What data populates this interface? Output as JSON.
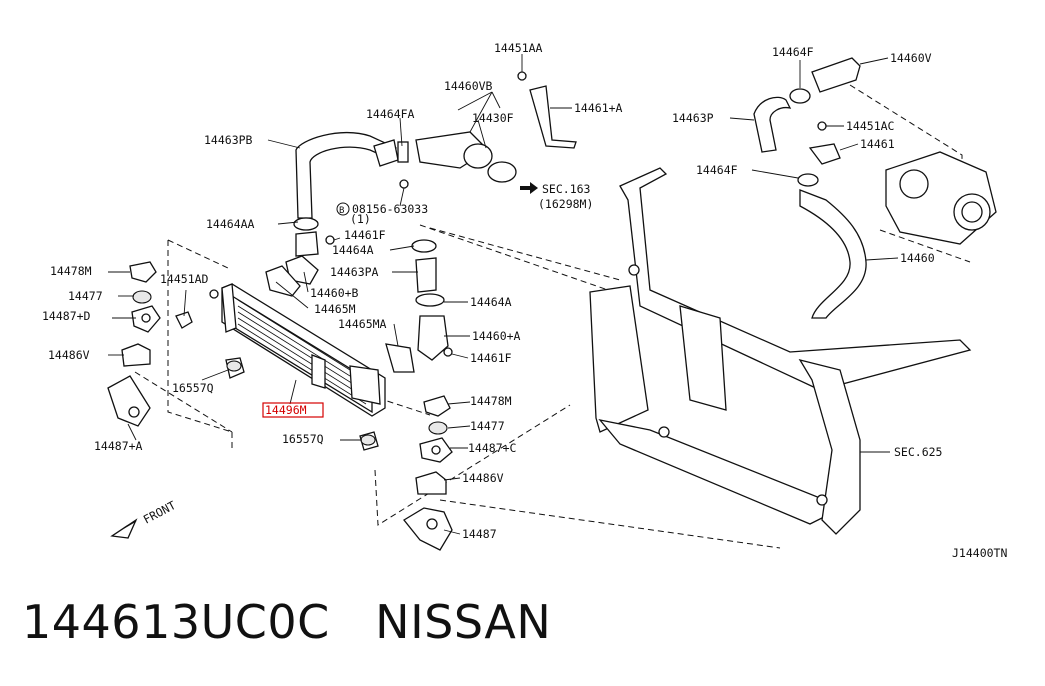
{
  "diagram": {
    "code": "J14400TN",
    "front_label": "FRONT",
    "highlighted_part": "14496M",
    "labels": [
      {
        "id": "l1",
        "text": "14451AA"
      },
      {
        "id": "l2",
        "text": "14460VB"
      },
      {
        "id": "l3",
        "text": "14464FA"
      },
      {
        "id": "l4",
        "text": "14461+A"
      },
      {
        "id": "l5",
        "text": "14463PB"
      },
      {
        "id": "l6",
        "text": "14430F"
      },
      {
        "id": "l7",
        "text": "SEC.163"
      },
      {
        "id": "l8",
        "text": "(16298M)"
      },
      {
        "id": "l9",
        "text": "08156-63033"
      },
      {
        "id": "l10",
        "text": "(1)"
      },
      {
        "id": "l11",
        "text": "14464AA"
      },
      {
        "id": "l12",
        "text": "14461F"
      },
      {
        "id": "l13",
        "text": "14464A"
      },
      {
        "id": "l14",
        "text": "14463PA"
      },
      {
        "id": "l15",
        "text": "14478M"
      },
      {
        "id": "l16",
        "text": "14451AD"
      },
      {
        "id": "l17",
        "text": "14477"
      },
      {
        "id": "l18",
        "text": "14460+B"
      },
      {
        "id": "l19",
        "text": "14487+D"
      },
      {
        "id": "l20",
        "text": "14465M"
      },
      {
        "id": "l21",
        "text": "14464A"
      },
      {
        "id": "l22",
        "text": "14465MA"
      },
      {
        "id": "l23",
        "text": "14460+A"
      },
      {
        "id": "l24",
        "text": "14486V"
      },
      {
        "id": "l25",
        "text": "14461F"
      },
      {
        "id": "l26",
        "text": "16557Q"
      },
      {
        "id": "l27",
        "text": "14478M"
      },
      {
        "id": "l28",
        "text": "14496M"
      },
      {
        "id": "l29",
        "text": "14477"
      },
      {
        "id": "l30",
        "text": "14487+A"
      },
      {
        "id": "l31",
        "text": "16557Q"
      },
      {
        "id": "l32",
        "text": "14487+C"
      },
      {
        "id": "l33",
        "text": "14486V"
      },
      {
        "id": "l34",
        "text": "14487"
      },
      {
        "id": "l35",
        "text": "14464F"
      },
      {
        "id": "l36",
        "text": "14460V"
      },
      {
        "id": "l37",
        "text": "14463P"
      },
      {
        "id": "l38",
        "text": "14451AC"
      },
      {
        "id": "l39",
        "text": "14461"
      },
      {
        "id": "l40",
        "text": "14464F"
      },
      {
        "id": "l41",
        "text": "14460"
      },
      {
        "id": "l42",
        "text": "SEC.625"
      }
    ]
  },
  "footer": {
    "part_number": "144613UC0C",
    "brand": "NISSAN"
  },
  "colors": {
    "highlight": "#d40000",
    "line": "#111111"
  }
}
